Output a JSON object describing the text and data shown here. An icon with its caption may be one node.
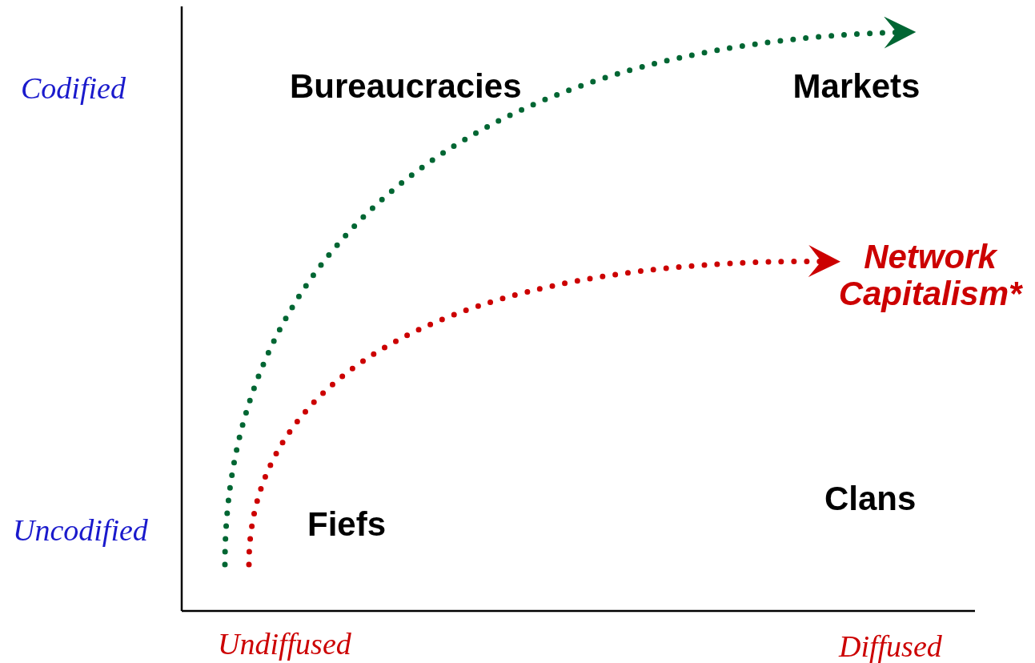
{
  "diagram": {
    "nodes": [
      {
        "text": [
          "Bureaucracies"
        ]
      },
      {
        "text": [
          "Markets"
        ]
      },
      {
        "text": [
          "Network Capitalism*"
        ]
      },
      {
        "text": [
          "Fiefs"
        ]
      },
      {
        "text": [
          "Clans"
        ]
      }
    ],
    "edges": [
      {
        "from": null,
        "to": 1,
        "arrow": "to",
        "style": "dashed",
        "color": "#006633"
      },
      {
        "from": null,
        "to": 2,
        "arrow": "to",
        "style": "dashed",
        "color": "#cc0000"
      }
    ],
    "labels": [
      "Codified",
      "Uncodified",
      "Undiffused",
      "Diffused"
    ]
  }
}
